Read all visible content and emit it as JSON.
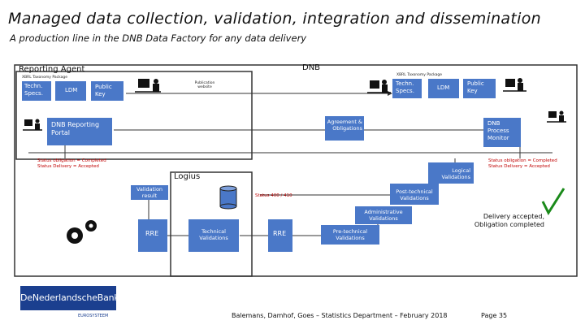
{
  "title": "Managed data collection, validation, integration and dissemination",
  "subtitle": "A production line in the DNB Data Factory for any data delivery",
  "reporting_agent": {
    "label": "Reporting Agent",
    "sub_label": "XBRL Taxonomy Package",
    "techn_specs": "Techn. Specs.",
    "ldm": "LDM",
    "public_key": "Public Key",
    "portal": "DNB Reporting Portal",
    "status_line1": "Status obligation = Completed",
    "status_line2": "Status Delivery = Accepted"
  },
  "dnb": {
    "label": "DNB",
    "sub_label": "XBRL Taxonomy Package",
    "techn_specs": "Techn. Specs.",
    "ldm": "LDM",
    "public_key": "Public Key",
    "agreement": "Agreement & Obligations",
    "process_monitor": "DNB Process Monitor",
    "status_line1": "Status obligation = Completed",
    "status_line2": "Status Delivery = Accepted",
    "publication_website": "Publication website"
  },
  "logius": {
    "label": "Logius",
    "validation_result": "Validation result",
    "rre_left": "RRE",
    "technical_validations": "Technical Validations",
    "rre_right": "RRE",
    "status_error": "Status 400 / 410"
  },
  "validations": {
    "logical": "Logical Validations",
    "post_technical": "Post-technical Validations",
    "administrative": "Administrative Validations",
    "pre_technical": "Pre-technical Validations"
  },
  "delivery_note": {
    "line1": "Delivery accepted,",
    "line2": "Obligation completed"
  },
  "logo": {
    "name": "DeNederlandscheBank",
    "sub": "EUROSYSTEEM"
  },
  "footer": {
    "credit": "Balemans, Damhof, Goes – Statistics Department – February 2018",
    "page": "Page 35"
  },
  "colors": {
    "blue": "#4a78c8",
    "red": "#c00000",
    "green": "#1a8a1a",
    "logo_blue": "#1b3f8f"
  }
}
